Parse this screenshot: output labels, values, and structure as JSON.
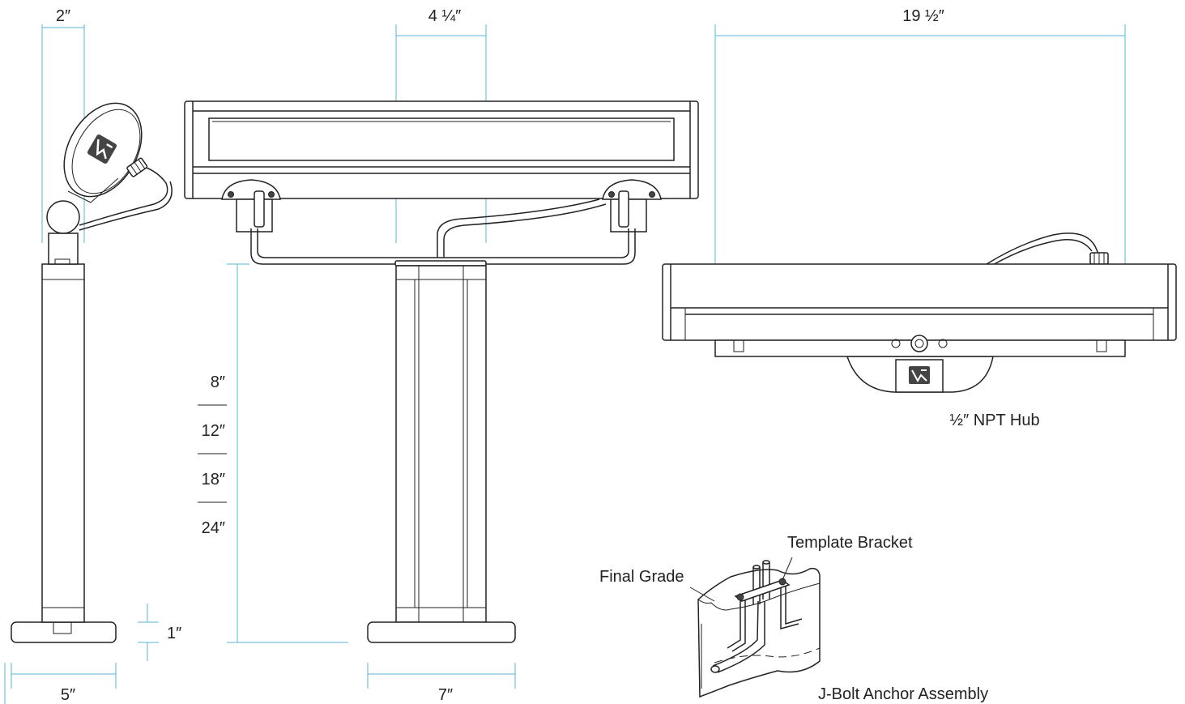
{
  "dimensions": {
    "side_width": "2″",
    "front_width": "4 ¼″",
    "top_length": "19 ½″",
    "heights": [
      "8″",
      "12″",
      "18″",
      "24″"
    ],
    "base_height": "1″",
    "side_base": "5″",
    "front_base": "7″"
  },
  "labels": {
    "npt_hub": "½″ NPT Hub",
    "template_bracket": "Template Bracket",
    "final_grade": "Final Grade",
    "jbolt": "J-Bolt Anchor Assembly"
  },
  "colors": {
    "dimension_line": "#5ab4d6",
    "linework": "#222222"
  },
  "icons": {
    "logo": "company-logo-icon"
  }
}
